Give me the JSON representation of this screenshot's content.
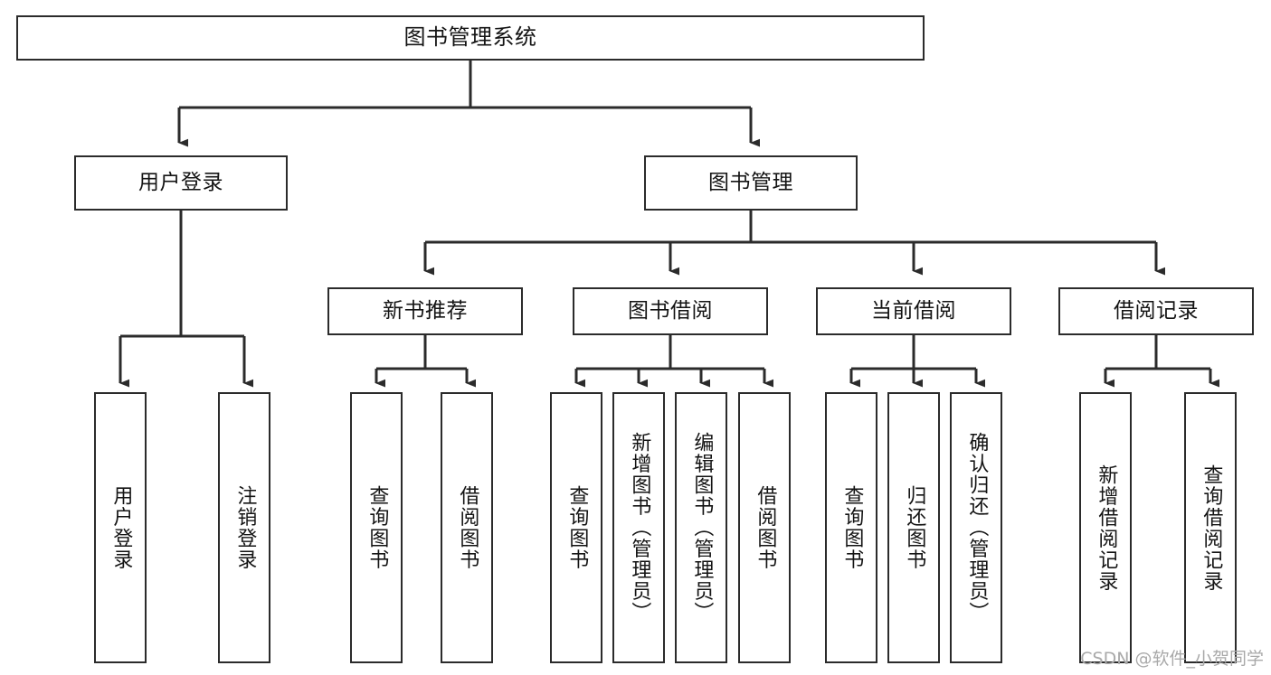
{
  "diagram": {
    "title": "图书管理系统",
    "type": "tree-hierarchy-chart",
    "orientation": "top-down",
    "colors": {
      "node_border": "#2b2b2b",
      "node_fill": "#ffffff",
      "connector": "#2b2b2b",
      "text": "#141414",
      "watermark": "#a9a9a9",
      "background": "#ffffff"
    }
  },
  "root": {
    "label": "图书管理系统"
  },
  "level2": [
    {
      "label": "用户登录"
    },
    {
      "label": "图书管理"
    }
  ],
  "level3": [
    {
      "label": "新书推荐"
    },
    {
      "label": "图书借阅"
    },
    {
      "label": "当前借阅"
    },
    {
      "label": "借阅记录"
    }
  ],
  "leaves": {
    "user_login": [
      {
        "label": "用户登录"
      },
      {
        "label": "注销登录"
      }
    ],
    "new_book_recommend": [
      {
        "label": "查询图书"
      },
      {
        "label": "借阅图书"
      }
    ],
    "book_borrow": [
      {
        "label": "查询图书"
      },
      {
        "label": "新增图书（管理员）"
      },
      {
        "label": "编辑图书（管理员）"
      },
      {
        "label": "借阅图书"
      }
    ],
    "current_borrow": [
      {
        "label": "查询图书"
      },
      {
        "label": "归还图书"
      },
      {
        "label": "确认归还（管理员）"
      }
    ],
    "borrow_record": [
      {
        "label": "新增借阅记录"
      },
      {
        "label": "查询借阅记录"
      }
    ]
  },
  "watermark": {
    "text": "CSDN @软件_小贺同学"
  }
}
